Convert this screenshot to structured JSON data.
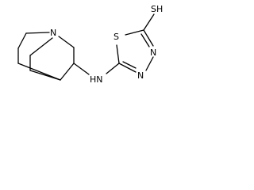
{
  "molecule": {
    "atoms": {
      "quinuclidine_n": "N",
      "amine_nh": "HN",
      "thiadiazole_s": "S",
      "thiadiazole_n_upper": "N",
      "thiadiazole_n_lower": "N",
      "thiol_sh": "SH"
    }
  }
}
